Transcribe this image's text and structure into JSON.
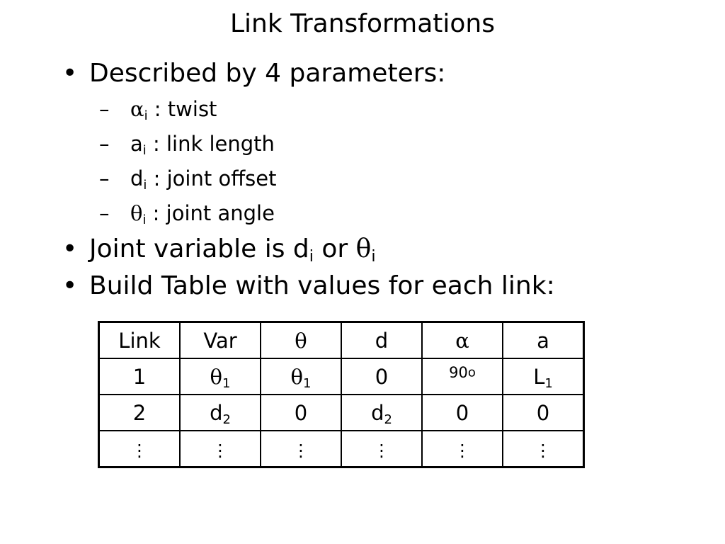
{
  "title": "Link Transformations",
  "bullets": {
    "b1": "Described by 4 parameters:",
    "params": [
      {
        "sym": "α",
        "sub": "i",
        "desc": " : twist"
      },
      {
        "sym": "a",
        "sub": "i",
        "desc": " : link length"
      },
      {
        "sym": "d",
        "sub": "i",
        "desc": " : joint offset"
      },
      {
        "sym": "θ",
        "sub": "i",
        "desc": " : joint angle"
      }
    ],
    "b2_text": "Joint variable is d",
    "b2_sub1": "i",
    "b2_or": " or ",
    "b2_theta": "θ",
    "b2_sub2": "i",
    "b3": "Build Table with values for each link:"
  },
  "table": {
    "headers": [
      "Link",
      "Var",
      "θ",
      "d",
      "α",
      "a"
    ],
    "row1": {
      "link": "1",
      "var": "θ",
      "var_sub": "1",
      "theta": "θ",
      "theta_sub": "1",
      "d": "0",
      "alpha": "90",
      "alpha_sup": "o",
      "a": "L",
      "a_sub": "1"
    },
    "row2": {
      "link": "2",
      "var": "d",
      "var_sub": "2",
      "theta": "0",
      "d": "d",
      "d_sub": "2",
      "alpha": "0",
      "a": "0"
    },
    "ellipsis": "⋮"
  }
}
